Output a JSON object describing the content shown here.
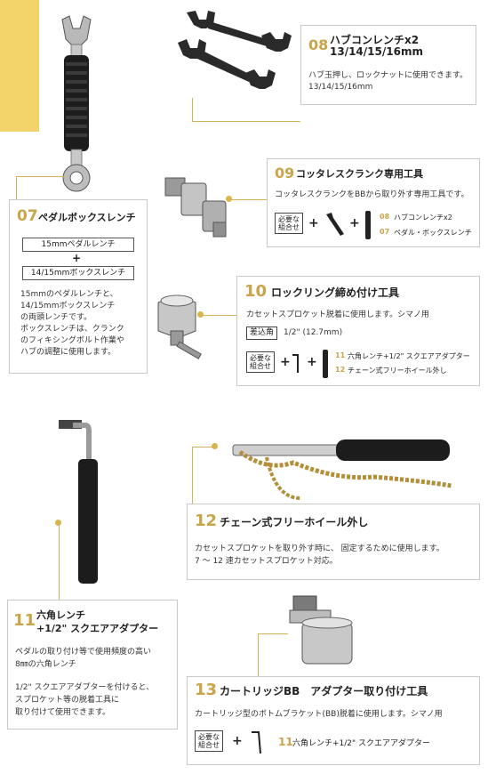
{
  "c08": {
    "num": "08",
    "title1": "ハブコンレンチx2",
    "title2": "13/14/15/16mm",
    "desc1": "ハブ玉押し、ロックナットに使用できます。",
    "desc2": "13/14/15/16mm"
  },
  "c09": {
    "num": "09",
    "title": "コッタレスクランク専用工具",
    "desc": "コッタレスクランクをBBから取り外す専用工具です。",
    "need1": "必要な",
    "need2": "組合せ",
    "i1_num": "08",
    "i1": "ハブコンレンチx2",
    "i2_num": "07",
    "i2": "ペダル・ボックスレンチ"
  },
  "c07": {
    "num": "07",
    "title": "ペダルボックスレンチ",
    "box1": "15mmペダルレンチ",
    "plus": "+",
    "box2": "14/15mmボックスレンチ",
    "lines": [
      "15mmのペダルレンチと、",
      "14/15mmボックスレンチ",
      "の両頭レンチです。",
      "ボックスレンチは、クランク",
      "のフィキシングボルト作業や",
      "ハブの調整に使用します。"
    ]
  },
  "c10": {
    "num": "10",
    "title": "ロックリング締め付け工具",
    "desc": "カセットスプロケット脱着に使用します。シマノ用",
    "tag": "差込角",
    "size": "1/2\" (12.7mm)",
    "need1": "必要な",
    "need2": "組合せ",
    "i1_num": "11",
    "i1": "六角レンチ+1/2\" スクエアアダプター",
    "i2_num": "12",
    "i2": "チェーン式フリーホイール外し"
  },
  "c12": {
    "num": "12",
    "title": "チェーン式フリーホイール外し",
    "desc1": "カセットスプロケットを取り外す時に、 固定するために使用します。",
    "desc2": "7 ～ 12 速カセットスプロケット対応。"
  },
  "c11": {
    "num": "11",
    "title1": "六角レンチ",
    "title2": "+1/2\" スクエアアダプター",
    "d1": "ペダルの取り付け等で使用頻度の高い",
    "d2": "8㎜の六角レンチ",
    "d3": "1/2\" スクエアアダプターを付けると、",
    "d4": "スプロケット等の脱着工具に",
    "d5": "取り付けて使用できます。"
  },
  "c13": {
    "num": "13",
    "title": "カートリッジBB　アダプター取り付け工具",
    "desc": "カートリッジ型のボトムブラケット(BB)脱着に使用します。シマノ用",
    "need1": "必要な",
    "need2": "組合せ",
    "i1_num": "11",
    "i1": "六角レンチ+1/2\" スクエアアダプター"
  }
}
